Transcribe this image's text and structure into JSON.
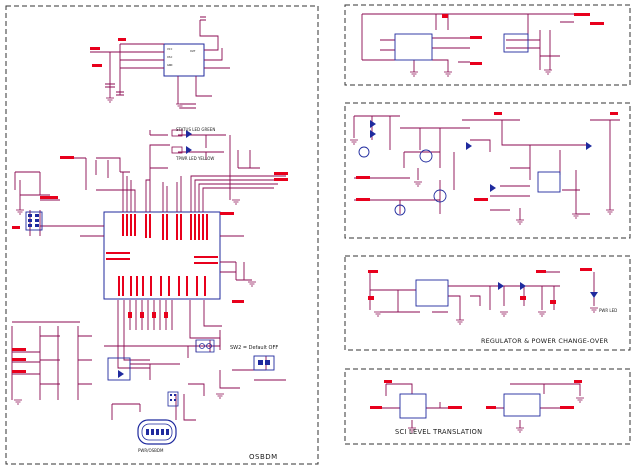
{
  "panels": {
    "main": {
      "title": "OSBDM"
    },
    "regulator": {
      "title": "REGULATOR & POWER CHANGE-OVER"
    },
    "translation": {
      "title": "SCI LEVEL TRANSLATION"
    }
  },
  "notes": {
    "status_led": "STATUS LED GREEN",
    "tpwr_led": "TPWR LED YELLOW",
    "sw2_default": "SW2 = Default OFF",
    "pwr_osbdm": "PWR/OSBDM",
    "pwr_led": "PWR LED"
  },
  "colors": {
    "wire": "#8b0a50",
    "net_label": "#e8001c",
    "part": "#1f2a9e",
    "frame": "#333333"
  }
}
